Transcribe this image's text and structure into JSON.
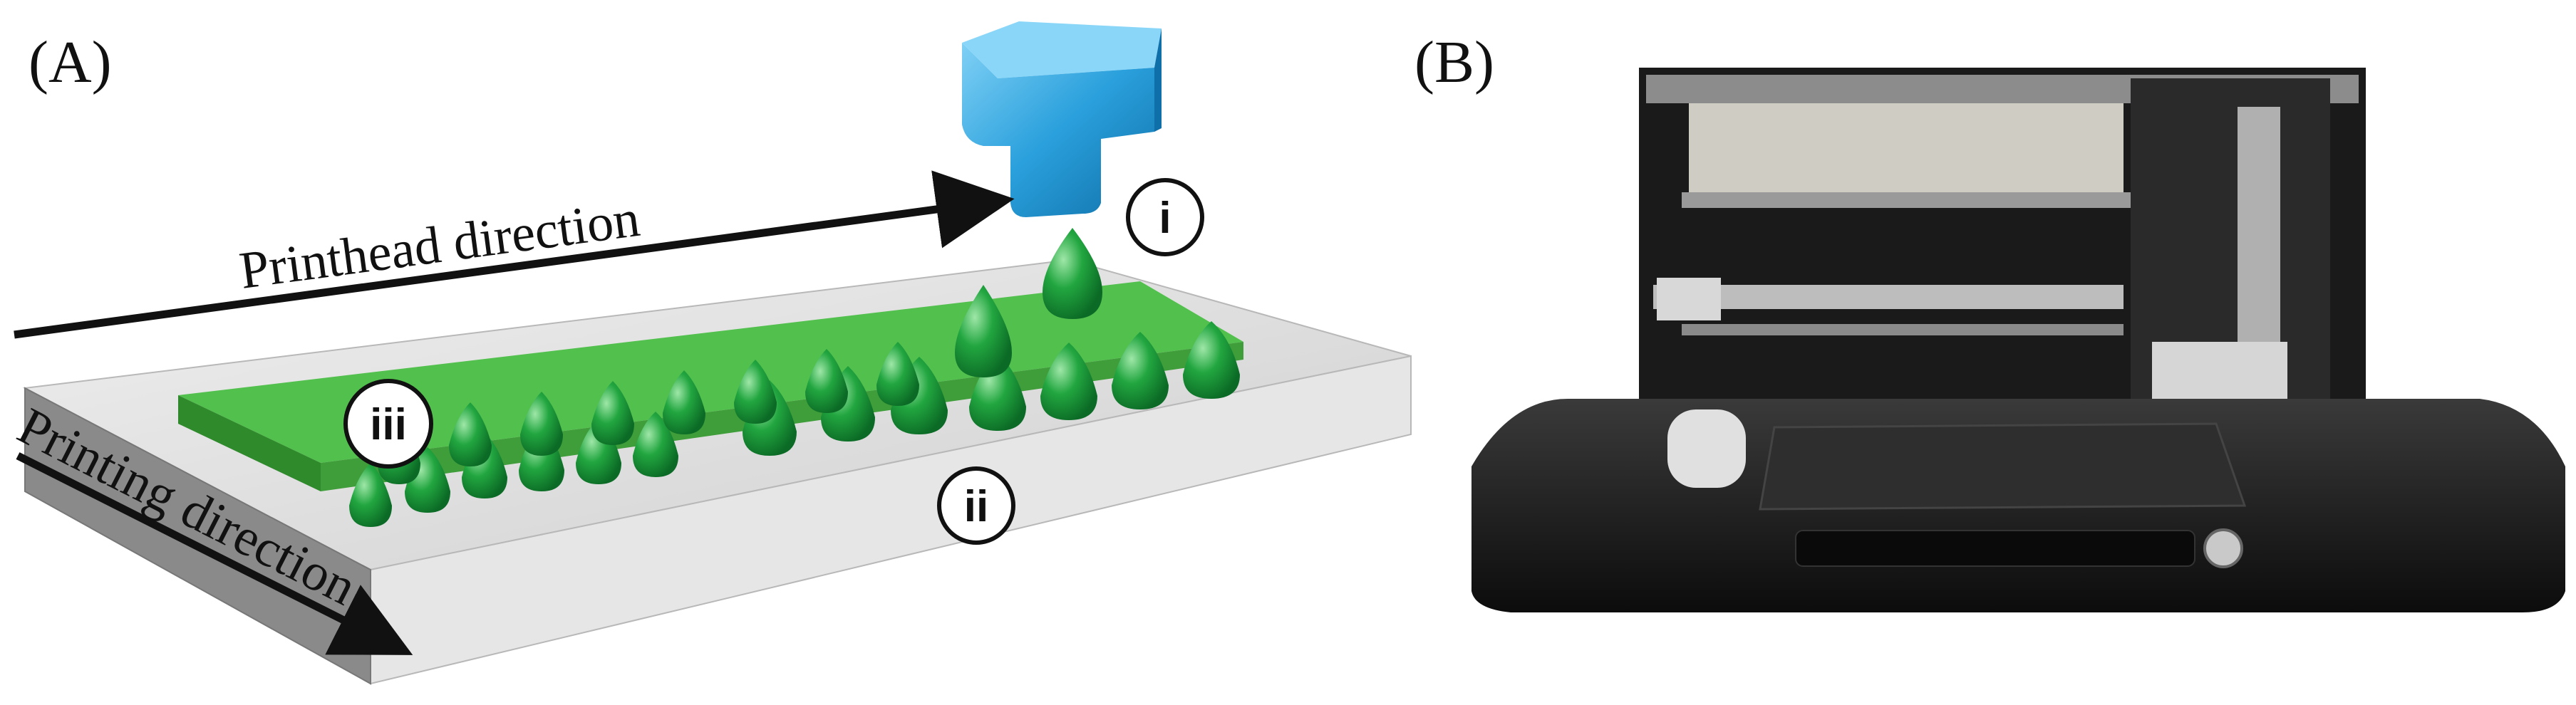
{
  "panel_a": {
    "label": "(A)",
    "printhead_direction": "Printhead direction",
    "printing_direction": "Printing direction",
    "markers": {
      "i": "i",
      "ii": "ii",
      "iii": "iii"
    }
  },
  "panel_b": {
    "label": "(B)"
  },
  "colors": {
    "printhead": "#2a9fd8",
    "printed_layer": "#4cb84a",
    "droplet": "#1f9a3a",
    "substrate": "#dcdcdc",
    "printer_body": "#141414"
  }
}
